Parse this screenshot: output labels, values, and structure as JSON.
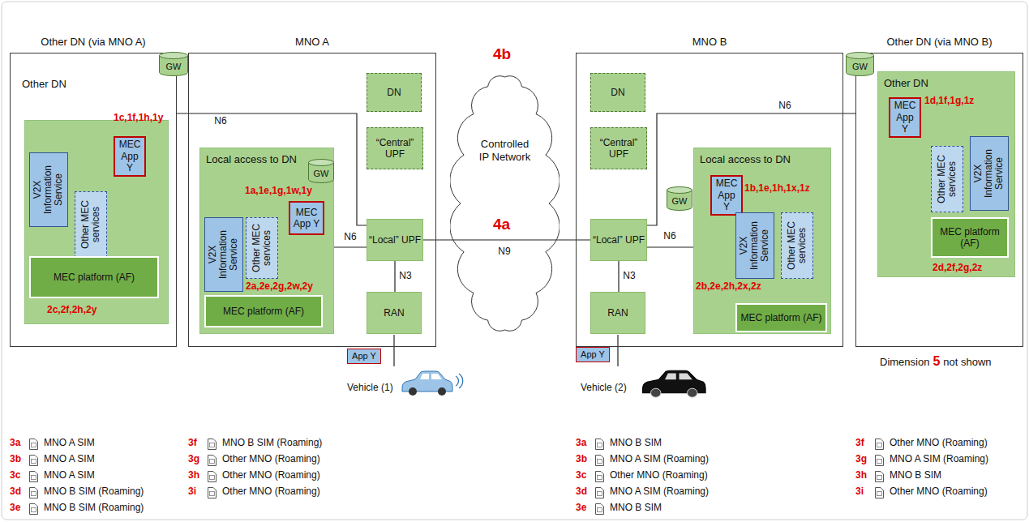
{
  "diagram": {
    "nodes": [
      {
        "text": [
          "Other DN (via MNO A)",
          "Other DN"
        ]
      },
      {
        "text": [
          "V2X Information Service"
        ],
        "in": 0
      },
      {
        "text": [
          "Other MEC services"
        ],
        "in": 0
      },
      {
        "text": [
          "MEC App Y"
        ],
        "in": 0
      },
      {
        "text": [
          "MEC platform (AF)"
        ],
        "in": 0
      },
      {
        "text": [
          "GW"
        ]
      },
      {
        "text": [
          "MNO A"
        ]
      },
      {
        "text": [
          "DN"
        ],
        "in": 6
      },
      {
        "text": [
          "“Central” UPF"
        ],
        "in": 6
      },
      {
        "text": [
          "Local access to DN"
        ],
        "in": 6
      },
      {
        "text": [
          "GW"
        ],
        "in": 9
      },
      {
        "text": [
          "MEC App Y"
        ],
        "in": 9
      },
      {
        "text": [
          "V2X Information Service"
        ],
        "in": 9
      },
      {
        "text": [
          "Other MEC services"
        ],
        "in": 9
      },
      {
        "text": [
          "MEC platform (AF)"
        ],
        "in": 9
      },
      {
        "text": [
          "“Local” UPF"
        ],
        "in": 6
      },
      {
        "text": [
          "RAN"
        ],
        "in": 6
      },
      {
        "text": [
          "Controlled IP Network"
        ]
      },
      {
        "text": [
          "MNO B"
        ]
      },
      {
        "text": [
          "DN"
        ],
        "in": 18
      },
      {
        "text": [
          "“Central” UPF"
        ],
        "in": 18
      },
      {
        "text": [
          "“Local” UPF"
        ],
        "in": 18
      },
      {
        "text": [
          "RAN"
        ],
        "in": 18
      },
      {
        "text": [
          "GW"
        ],
        "in": 18
      },
      {
        "text": [
          "Local access to DN"
        ],
        "in": 18
      },
      {
        "text": [
          "MEC App Y"
        ],
        "in": 24
      },
      {
        "text": [
          "V2X Information Service"
        ],
        "in": 24
      },
      {
        "text": [
          "Other MEC services"
        ],
        "in": 24
      },
      {
        "text": [
          "MEC platform (AF)"
        ],
        "in": 24
      },
      {
        "text": [
          "Other DN (via MNO B)"
        ]
      },
      {
        "text": [
          "GW"
        ]
      },
      {
        "text": [
          "Other DN"
        ],
        "in": 29
      },
      {
        "text": [
          "MEC App Y"
        ],
        "in": 31
      },
      {
        "text": [
          "Other MEC services"
        ],
        "in": 31
      },
      {
        "text": [
          "V2X Information Service"
        ],
        "in": 31
      },
      {
        "text": [
          "MEC platform (AF)"
        ],
        "in": 31
      },
      {
        "text": [
          "App Y"
        ]
      },
      {
        "text": [
          "App Y"
        ]
      }
    ],
    "edges": [
      {
        "from": 0,
        "to": 15,
        "label": "N6",
        "arrow": "none"
      },
      {
        "from": 9,
        "to": 15,
        "label": "N6",
        "arrow": "none"
      },
      {
        "from": 15,
        "to": 16,
        "label": "N3",
        "arrow": "none"
      },
      {
        "from": 15,
        "to": 21,
        "label": "N9",
        "arrow": "none"
      },
      {
        "from": 21,
        "to": 24,
        "label": "N6",
        "arrow": "none"
      },
      {
        "from": 21,
        "to": 29,
        "label": "N6",
        "arrow": "none"
      },
      {
        "from": 21,
        "to": 22,
        "label": "N3",
        "arrow": "none"
      }
    ],
    "labels": [
      "1c,1f,1h,1y",
      "2c,2f,2h,2y",
      "4b",
      "1a,1e,1g,1w,1y",
      "2a,2e,2g,2w,2y",
      "4a",
      "1b,1e,1h,1x,1z",
      "2b,2e,2h,2x,2z",
      "1d,1f,1g,1z",
      "2d,2f,2g,2z",
      "Vehicle (1)",
      "Vehicle (2)",
      "Dimension",
      "5",
      "not shown",
      "3a",
      "MNO A SIM",
      "3b",
      "MNO A SIM",
      "3c",
      "MNO A SIM",
      "3d",
      "MNO B SIM (Roaming)",
      "3e",
      "MNO B SIM (Roaming)",
      "3f",
      "MNO B SIM (Roaming)",
      "3g",
      "Other MNO (Roaming)",
      "3h",
      "Other MNO (Roaming)",
      "3i",
      "Other MNO (Roaming)",
      "3a",
      "MNO B SIM",
      "3b",
      "MNO A SIM (Roaming)",
      "3c",
      "Other MNO (Roaming)",
      "3d",
      "MNO A SIM (Roaming)",
      "3e",
      "MNO B SIM",
      "3f",
      "Other MNO (Roaming)",
      "3g",
      "MNO A SIM (Roaming)",
      "3h",
      "MNO B SIM",
      "3i",
      "Other MNO (Roaming)"
    ]
  }
}
